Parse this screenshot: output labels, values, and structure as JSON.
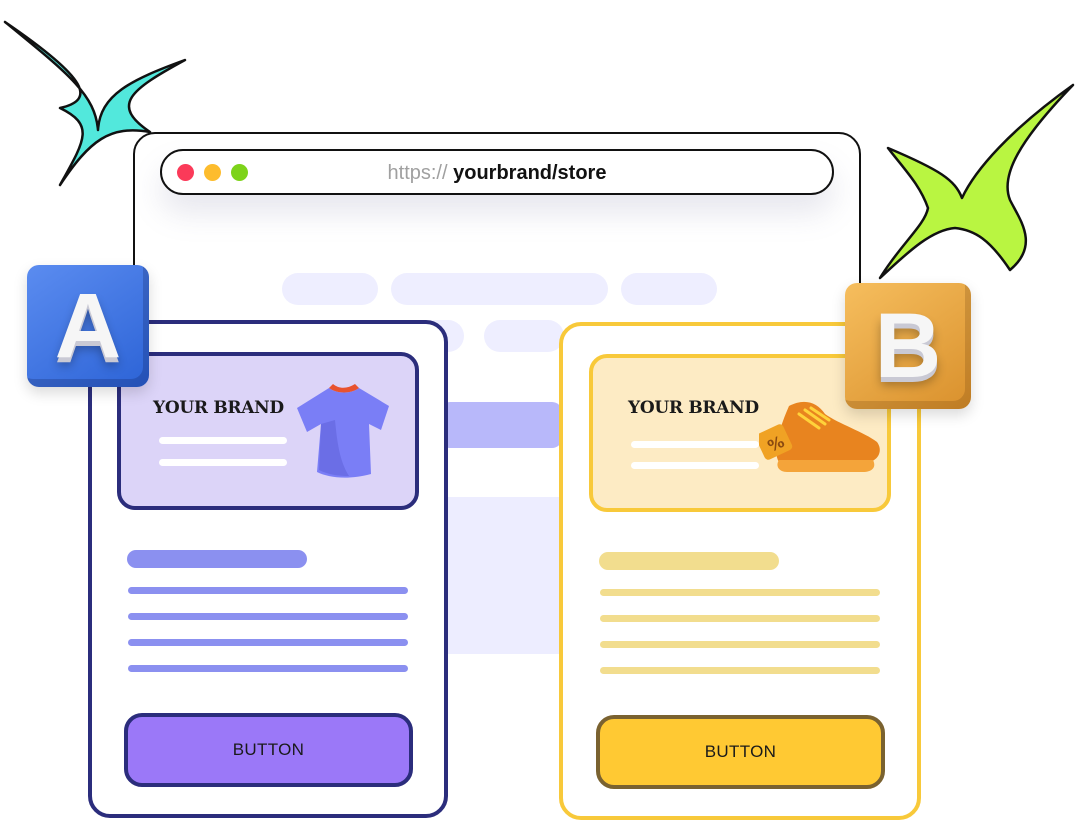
{
  "browser": {
    "url_protocol": "https://",
    "url_path": " yourbrand/store"
  },
  "variant_a": {
    "badge": "A",
    "brand": "YOUR BRAND",
    "button_label": "BUTTON",
    "product_icon": "tshirt-icon"
  },
  "variant_b": {
    "badge": "B",
    "brand": "YOUR BRAND",
    "button_label": "BUTTON",
    "product_icon": "sneaker-icon"
  },
  "colors": {
    "variant_a_accent": "#2b2d7c",
    "variant_a_button": "#9b78f8",
    "variant_b_accent": "#f8c93a",
    "variant_b_button": "#ffc933",
    "sparkle_left": "#52e8dc",
    "sparkle_right": "#b9f541"
  }
}
